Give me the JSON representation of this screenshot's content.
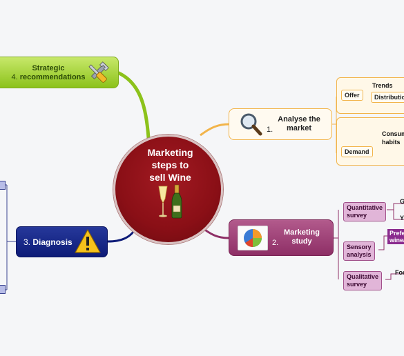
{
  "center": {
    "line1": "Marketing",
    "line2": "steps to",
    "line3": "sell Wine"
  },
  "branches": {
    "strategic": {
      "number": "4.",
      "line1": "Strategic",
      "line2": "recommendations"
    },
    "analyse": {
      "number": "1.",
      "line1": "Analyse the",
      "line2": "market"
    },
    "diagnosis": {
      "number": "3.",
      "label": "Diagnosis"
    },
    "study": {
      "number": "2.",
      "line1": "Marketing",
      "line2": "study"
    }
  },
  "analyse_children": {
    "offer": "Offer",
    "trends": "Trends",
    "distribution": "Distributio",
    "demand": "Demand",
    "consumption_line1": "Consum",
    "consumption_line2": "habits"
  },
  "study_children": {
    "quantitative_line1": "Quantitative",
    "quantitative_line2": "survey",
    "quant_child1": "G",
    "quant_child2": "Y",
    "sensory_line1": "Sensory",
    "sensory_line2": "analysis",
    "pref_line1": "Prefe",
    "pref_line2": "wine/",
    "qualitative_line1": "Qualitative",
    "qualitative_line2": "survey",
    "qual_child": "Foc"
  },
  "colors": {
    "strategic": "#8cc21b",
    "analyse": "#f2b44a",
    "diagnosis": "#0d1b78",
    "study": "#8e2f66",
    "center": "#8a0f16"
  },
  "icons": {
    "strategic": "tools-icon",
    "analyse": "magnifier-icon",
    "diagnosis": "warning-icon",
    "study": "pie-chart-icon",
    "center": "wine-bottle-glass-icon"
  }
}
